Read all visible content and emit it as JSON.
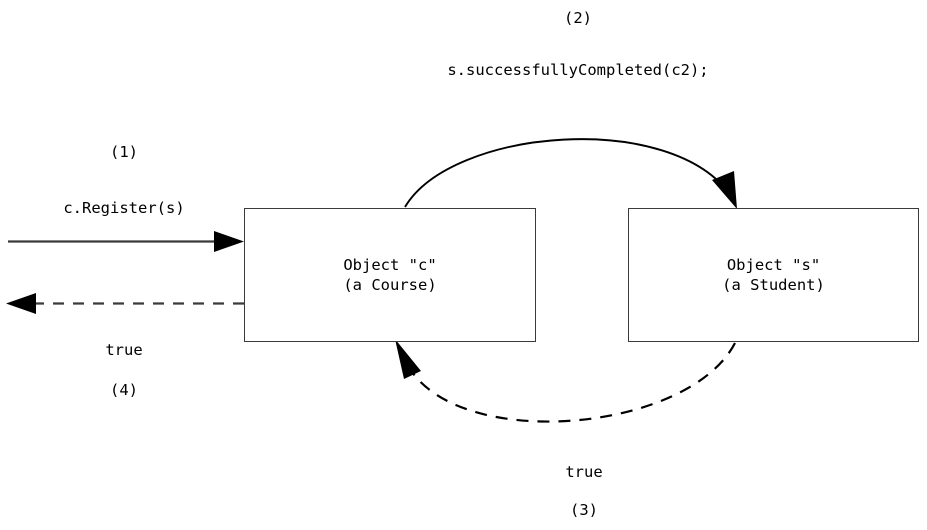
{
  "diagram": {
    "title": "Object interaction diagram",
    "type": "uml-object-collaboration",
    "background_color": "#ffffff",
    "line_color": "#000000",
    "box_border_color": "#3a3a3a",
    "objects": [
      {
        "id": "course",
        "name_line": "Object \"c\"",
        "class_line": "(a Course)"
      },
      {
        "id": "student",
        "name_line": "Object \"s\"",
        "class_line": "(a Student)"
      }
    ],
    "messages": [
      {
        "seq": "(1)",
        "label": "c.Register(s)",
        "style": "solid",
        "kind": "call",
        "from": "actor",
        "to": "course"
      },
      {
        "seq": "(2)",
        "label": "s.successfullyCompleted(c2);",
        "style": "solid",
        "kind": "call",
        "from": "course",
        "to": "student"
      },
      {
        "seq": "(3)",
        "label": "true",
        "style": "dashed",
        "kind": "return",
        "from": "student",
        "to": "course"
      },
      {
        "seq": "(4)",
        "label": "true",
        "style": "dashed",
        "kind": "return",
        "from": "course",
        "to": "actor"
      }
    ]
  }
}
